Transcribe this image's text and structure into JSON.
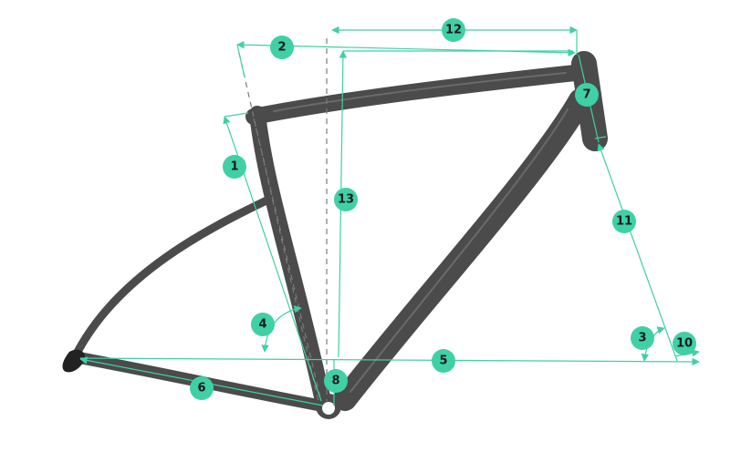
{
  "diagram": {
    "accent_color": "#3fd0a6",
    "frame_color": "#4b4b4b",
    "labels": [
      "1",
      "2",
      "3",
      "4",
      "5",
      "6",
      "7",
      "8",
      "10",
      "11",
      "12",
      "13"
    ]
  }
}
